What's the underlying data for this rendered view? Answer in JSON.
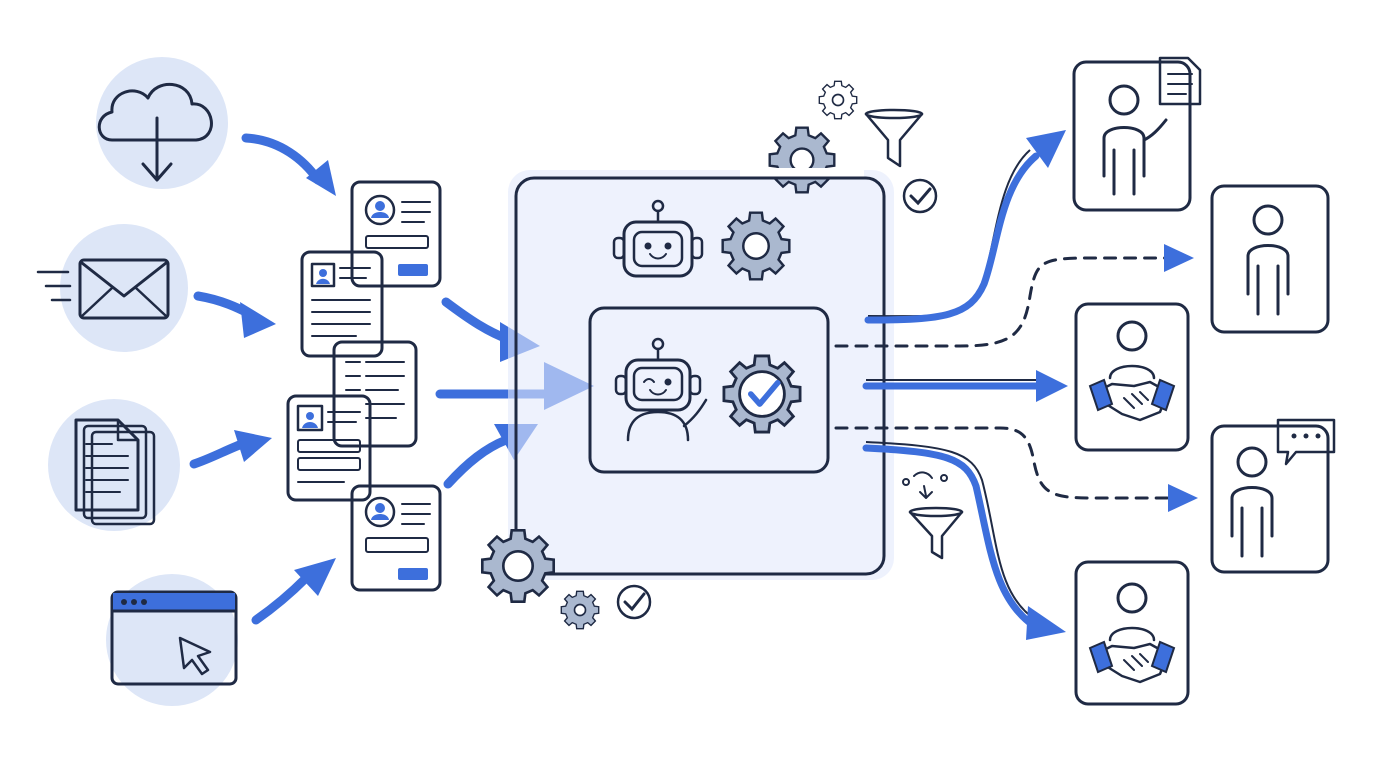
{
  "colors": {
    "ink": "#1f2a44",
    "accent": "#3d6fdc",
    "circle_bg": "#dde6f7",
    "card_blue": "#e3eafb",
    "card_green": "#dcefdc",
    "card_yellow": "#fbeec6",
    "gear_gray": "#aab8cf"
  },
  "sources": [
    {
      "icon": "cloud-download-icon"
    },
    {
      "icon": "email-icon"
    },
    {
      "icon": "documents-icon"
    },
    {
      "icon": "browser-cursor-icon"
    }
  ],
  "hub": {
    "icons": [
      "robot-icon",
      "gear-icon",
      "robot-waving-icon",
      "gear-check-icon"
    ]
  },
  "outputs": [
    {
      "icon": "person-document-icon",
      "card": "blue"
    },
    {
      "icon": "person-icon",
      "card": "green"
    },
    {
      "icon": "handshake-icon",
      "card": "yellow"
    },
    {
      "icon": "person-chat-icon",
      "card": "blue"
    },
    {
      "icon": "handshake-icon",
      "card": "yellow"
    }
  ]
}
